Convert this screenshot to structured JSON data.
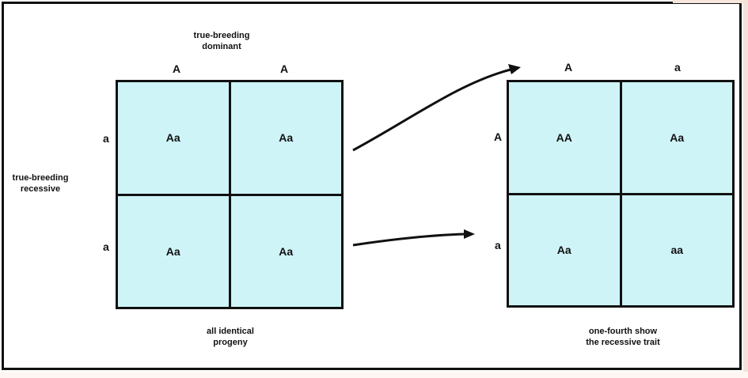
{
  "left_square": {
    "top_caption": [
      "true-breeding",
      "dominant"
    ],
    "side_caption": [
      "true-breeding",
      "recessive"
    ],
    "bottom_caption": [
      "all identical",
      "progeny"
    ],
    "col_labels": [
      "A",
      "A"
    ],
    "row_labels": [
      "a",
      "a"
    ],
    "cells": [
      "Aa",
      "Aa",
      "Aa",
      "Aa"
    ]
  },
  "right_square": {
    "bottom_caption": [
      "one-fourth show",
      "the recessive trait"
    ],
    "col_labels": [
      "A",
      "a"
    ],
    "row_labels": [
      "A",
      "a"
    ],
    "cells": [
      "AA",
      "Aa",
      "Aa",
      "aa"
    ]
  },
  "colors": {
    "cell_fill": "#cff4f7",
    "line": "#111111"
  }
}
